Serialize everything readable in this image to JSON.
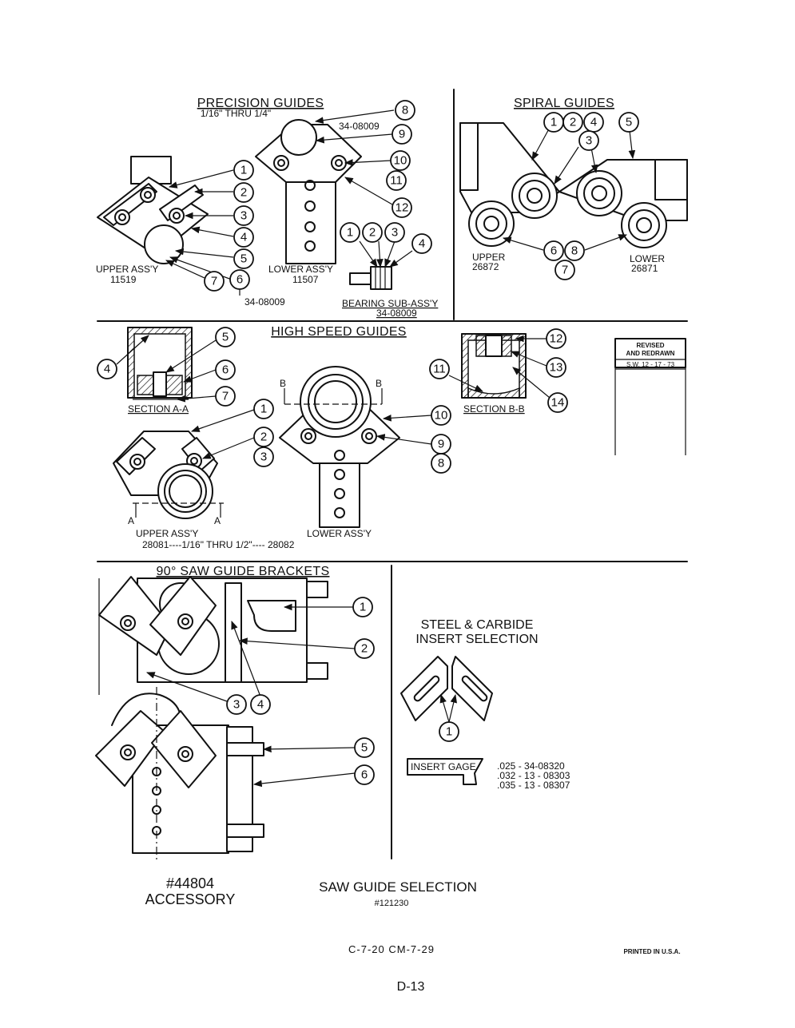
{
  "precision": {
    "title": "PRECISION GUIDES",
    "subtitle": "1/16\" THRU 1/4\"",
    "upper_label": "UPPER ASS'Y",
    "upper_part": "11519",
    "lower_label": "LOWER ASS'Y",
    "lower_part": "11507",
    "part_top": "34-08009",
    "part_bottom": "34-08009",
    "bearing_label": "BEARING SUB-ASS'Y",
    "bearing_part": "34-08009",
    "callouts": [
      "8",
      "9",
      "10",
      "11",
      "12",
      "1",
      "2",
      "3",
      "4",
      "5",
      "6",
      "7",
      "1",
      "2",
      "3",
      "4"
    ]
  },
  "spiral": {
    "title": "SPIRAL GUIDES",
    "upper_label": "UPPER",
    "upper_part": "26872",
    "lower_label": "LOWER",
    "lower_part": "26871",
    "callouts": [
      "1",
      "2",
      "4",
      "5",
      "3",
      "6",
      "8",
      "7"
    ]
  },
  "high_speed": {
    "title": "HIGH SPEED GUIDES",
    "section_a": "SECTION A-A",
    "section_b": "SECTION B-B",
    "letter_a": "A",
    "letter_b": "B",
    "upper_label": "UPPER ASS'Y",
    "lower_label": "LOWER ASS'Y",
    "parts_line": "28081----1/16\" THRU 1/2\"---- 28082",
    "callouts": [
      "4",
      "5",
      "6",
      "7",
      "1",
      "2",
      "3",
      "10",
      "9",
      "8",
      "11",
      "12",
      "13",
      "14"
    ]
  },
  "revision": {
    "line1": "REVISED",
    "line2": "AND REDRAWN",
    "line3": "S.W. 12 - 17 - 73"
  },
  "bracket": {
    "title": "90° SAW GUIDE BRACKETS",
    "accessory_number": "#44804",
    "accessory_label": "ACCESSORY",
    "callouts": [
      "1",
      "2",
      "3",
      "4",
      "5",
      "6"
    ]
  },
  "insert": {
    "title_line1": "STEEL & CARBIDE",
    "title_line2": "INSERT SELECTION",
    "gage_label": "INSERT GAGE",
    "gage_parts": [
      ".025 - 34-08320",
      ".032 - 13 - 08303",
      ".035 - 13 - 08307"
    ],
    "callout": "1"
  },
  "footer": {
    "main_title": "SAW GUIDE SELECTION",
    "main_number": "#121230",
    "codes": "C-7-20  CM-7-29",
    "printed": "PRINTED IN U.S.A.",
    "page": "D-13"
  }
}
